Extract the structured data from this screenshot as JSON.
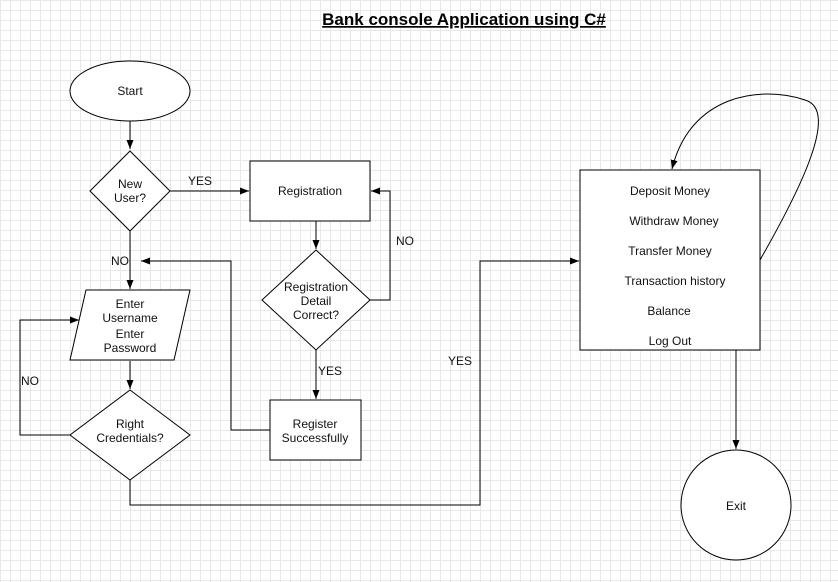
{
  "title": "Bank console Application using C#",
  "nodes": {
    "start": "Start",
    "new_user": [
      "New",
      "User?"
    ],
    "registration": "Registration",
    "reg_check": [
      "Registration",
      "Detail",
      "Correct?"
    ],
    "register_success": [
      "Register",
      "Successfully"
    ],
    "enter_creds": [
      "Enter",
      "Username",
      "Enter",
      "Password"
    ],
    "right_creds": [
      "Right",
      "Credentials?"
    ],
    "menu": [
      "Deposit Money",
      "Withdraw Money",
      "Transfer Money",
      "Transaction history",
      "Balance",
      "Log Out"
    ],
    "exit": "Exit"
  },
  "edge_labels": {
    "new_user_yes": "YES",
    "new_user_no": "NO",
    "reg_check_no": "NO",
    "reg_check_yes": "YES",
    "creds_no": "NO",
    "creds_yes": "YES"
  }
}
